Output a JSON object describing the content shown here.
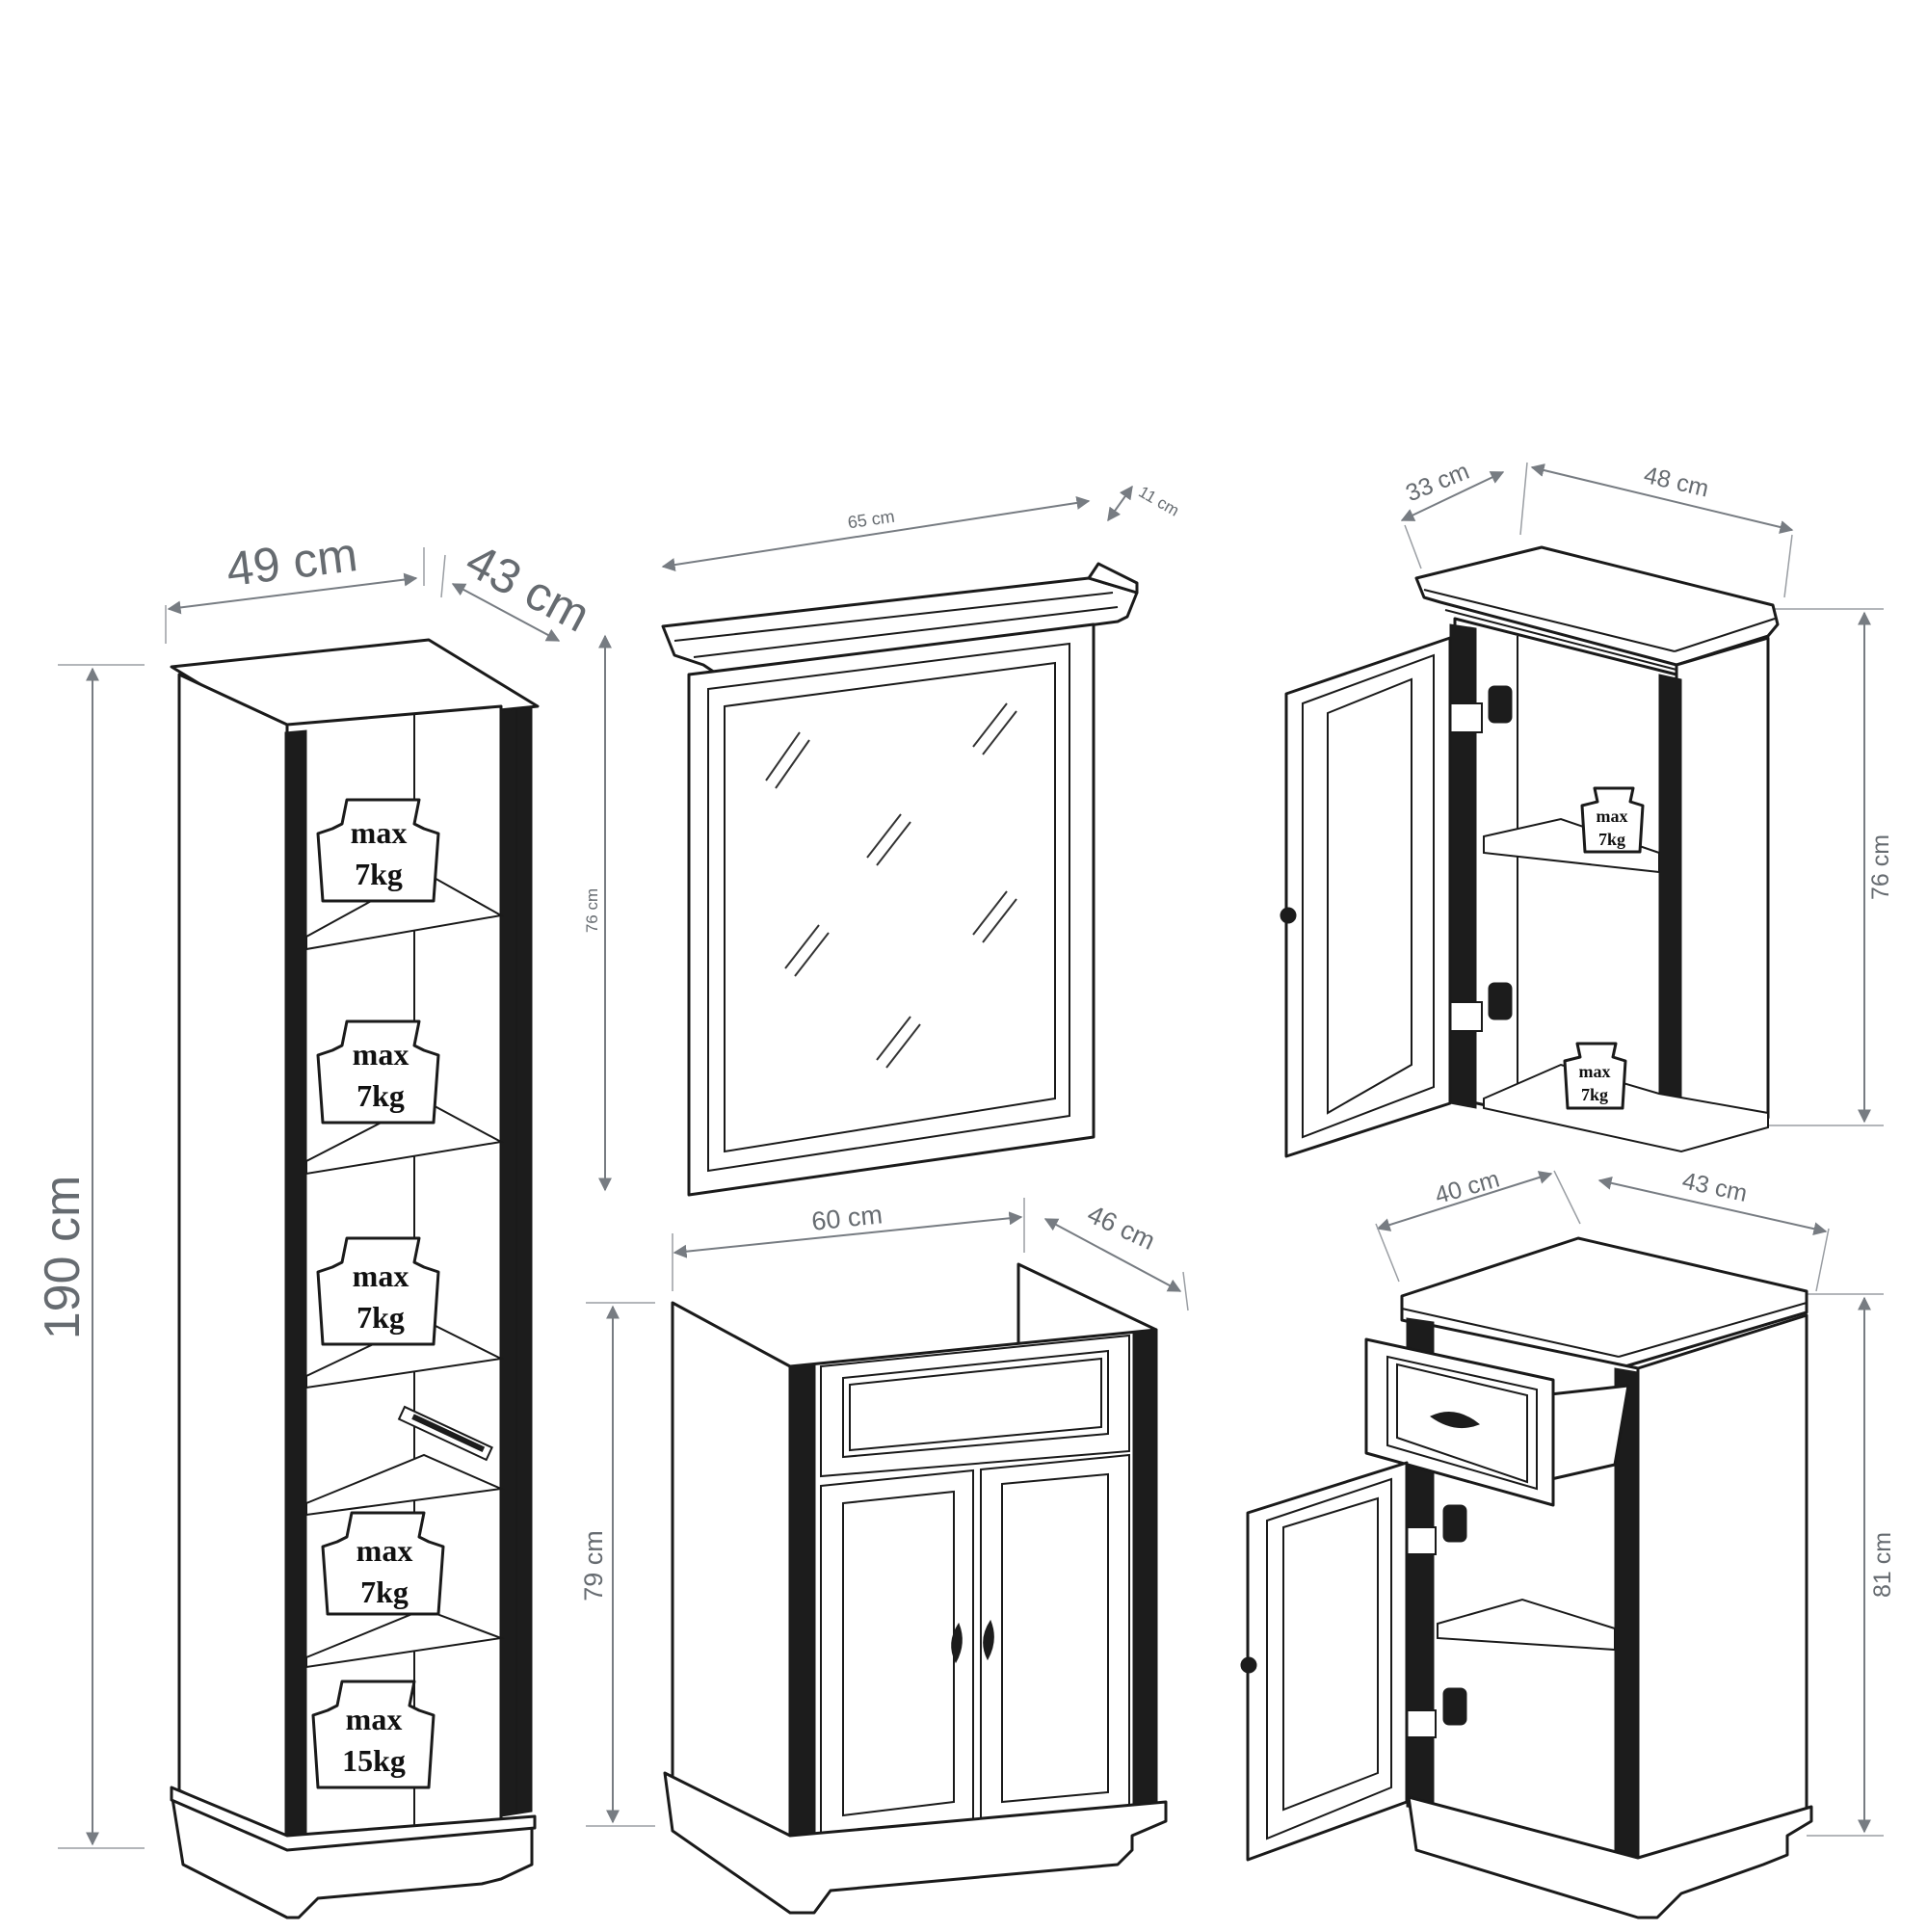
{
  "tall_cabinet": {
    "width": "49 cm",
    "depth": "43 cm",
    "height": "190 cm",
    "loads": [
      {
        "l1": "max",
        "l2": "7kg"
      },
      {
        "l1": "max",
        "l2": "7kg"
      },
      {
        "l1": "max",
        "l2": "7kg"
      },
      {
        "l1": "max",
        "l2": "7kg"
      },
      {
        "l1": "max",
        "l2": "15kg"
      }
    ]
  },
  "mirror": {
    "width": "65 cm",
    "depth": "11 cm",
    "height": "76 cm"
  },
  "wall_cabinet": {
    "depth": "33 cm",
    "width": "48 cm",
    "height": "76 cm",
    "loads": [
      {
        "l1": "max",
        "l2": "7kg"
      },
      {
        "l1": "max",
        "l2": "7kg"
      }
    ]
  },
  "vanity_cabinet": {
    "width": "60 cm",
    "depth": "46 cm",
    "height": "79 cm"
  },
  "low_cabinet": {
    "depth": "40 cm",
    "width": "43 cm",
    "height": "81 cm"
  }
}
